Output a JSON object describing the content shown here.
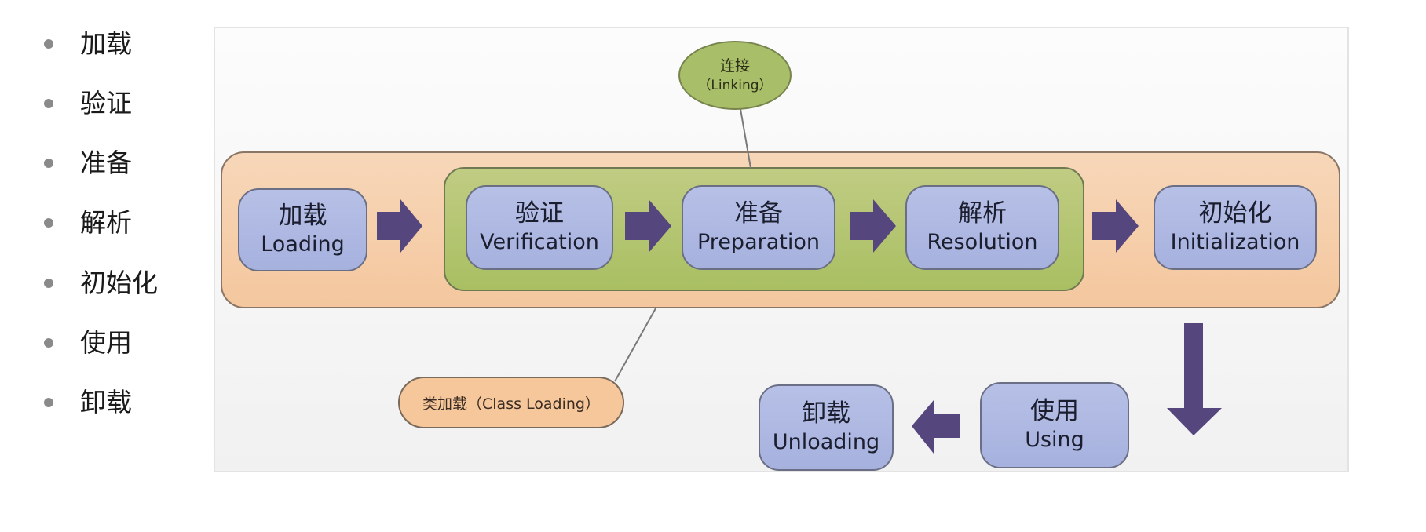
{
  "bullet_list": [
    {
      "label": "加载"
    },
    {
      "label": "验证"
    },
    {
      "label": "准备"
    },
    {
      "label": "解析"
    },
    {
      "label": "初始化"
    },
    {
      "label": "使用"
    },
    {
      "label": "卸载"
    }
  ],
  "diagram": {
    "groups": {
      "class_loading": {
        "label": "类加载（Class Loading）",
        "color": "#f6c79b"
      },
      "linking": {
        "zh": "连接",
        "en": "（Linking）",
        "color": "#a9be68"
      }
    },
    "stages": [
      {
        "id": "loading",
        "zh": "加载",
        "en": "Loading"
      },
      {
        "id": "verification",
        "zh": "验证",
        "en": "Verification"
      },
      {
        "id": "preparation",
        "zh": "准备",
        "en": "Preparation"
      },
      {
        "id": "resolution",
        "zh": "解析",
        "en": "Resolution"
      },
      {
        "id": "initialization",
        "zh": "初始化",
        "en": "Initialization"
      },
      {
        "id": "using",
        "zh": "使用",
        "en": "Using"
      },
      {
        "id": "unloading",
        "zh": "卸载",
        "en": "Unloading"
      }
    ],
    "flow": [
      {
        "from": "loading",
        "to": "verification",
        "direction": "right"
      },
      {
        "from": "verification",
        "to": "preparation",
        "direction": "right"
      },
      {
        "from": "preparation",
        "to": "resolution",
        "direction": "right"
      },
      {
        "from": "resolution",
        "to": "initialization",
        "direction": "right"
      },
      {
        "from": "initialization",
        "to": "using",
        "direction": "down"
      },
      {
        "from": "using",
        "to": "unloading",
        "direction": "left"
      }
    ],
    "colors": {
      "stage_fill": "#aab4e0",
      "arrow": "#56467e",
      "class_loading_band": "#f5cca6",
      "linking_band": "#b2c46e"
    }
  }
}
